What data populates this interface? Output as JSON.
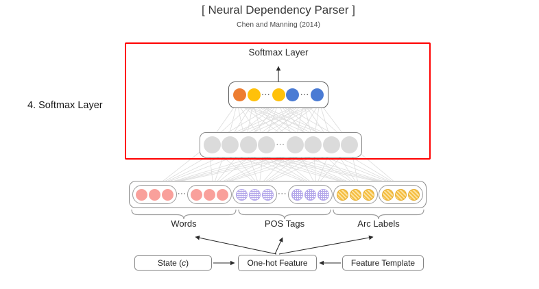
{
  "title": "[ Neural Dependency Parser ]",
  "subtitle": "Chen and Manning (2014)",
  "step_label": "4. Softmax Layer",
  "highlight_color": "#FF0000",
  "softmax_layer": {
    "label": "Softmax Layer",
    "ellipsis": "···",
    "colors": {
      "orange": "#ED7D31",
      "yellow": "#FFC10A",
      "blue": "#4A7BD4"
    },
    "nodes": [
      "orange",
      "yellow",
      "ellipsis",
      "yellow",
      "blue",
      "ellipsis",
      "blue"
    ]
  },
  "hidden_layer": {
    "ellipsis": "···",
    "color": "#DBDBDB",
    "nodes": [
      "unit",
      "unit",
      "unit",
      "unit",
      "ellipsis",
      "unit",
      "unit",
      "unit",
      "unit"
    ]
  },
  "input_layer": {
    "groups": [
      {
        "id": "words",
        "label": "Words",
        "pattern": "solid",
        "color": "#F9A09B",
        "pills": [
          3,
          3
        ],
        "separator": "···"
      },
      {
        "id": "pos-tags",
        "label": "POS Tags",
        "pattern": "grid",
        "color": "#B4A7EA",
        "pills": [
          3,
          3
        ],
        "separator": "···"
      },
      {
        "id": "arc-labels",
        "label": "Arc Labels",
        "pattern": "diagonal",
        "color": "#F5BD3F",
        "pills": [
          3,
          3
        ],
        "separator": null
      }
    ]
  },
  "pipeline": {
    "state_box": {
      "prefix": "State (",
      "var": "c",
      "suffix": ")"
    },
    "onehot_box": "One-hot Feature",
    "template_box": "Feature Template"
  }
}
